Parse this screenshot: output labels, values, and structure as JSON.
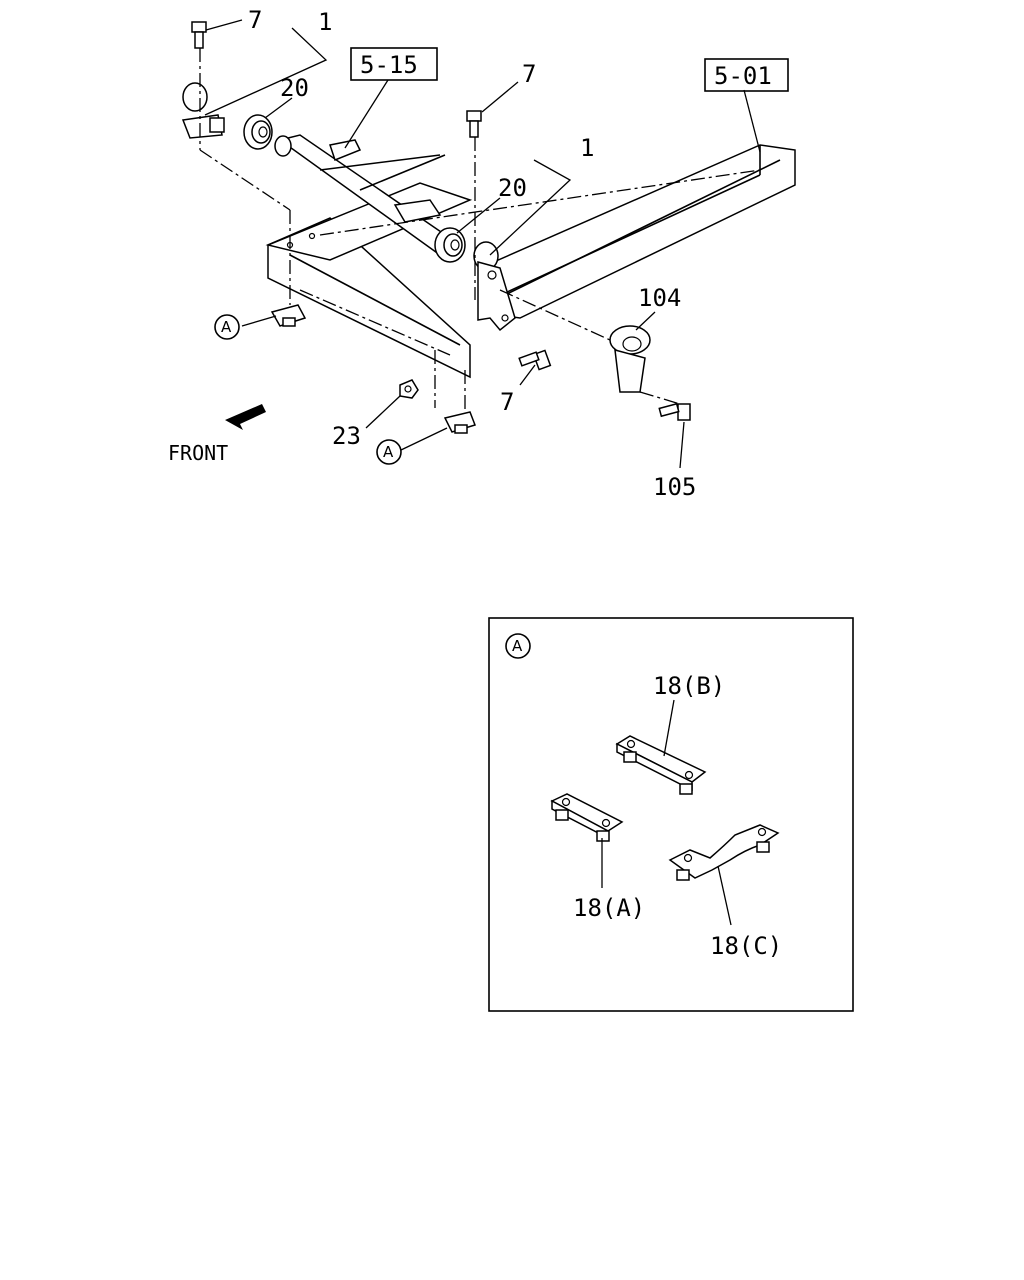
{
  "callouts": {
    "bolt_top_left": "7",
    "bracket_top_left": "1",
    "bushing_left": "20",
    "ref_5_15": "5-15",
    "bolt_top_center": "7",
    "ref_5_01": "5-01",
    "bracket_center": "1",
    "bushing_center": "20",
    "part_104": "104",
    "bolt_lower_center": "7",
    "nut_23": "23",
    "bolt_105": "105",
    "ref_a_left": "A",
    "ref_a_bottom": "A",
    "front_label": "FRONT"
  },
  "detail_a": {
    "title": "A",
    "plate_b": "18(B)",
    "plate_a": "18(A)",
    "plate_c": "18(C)"
  }
}
